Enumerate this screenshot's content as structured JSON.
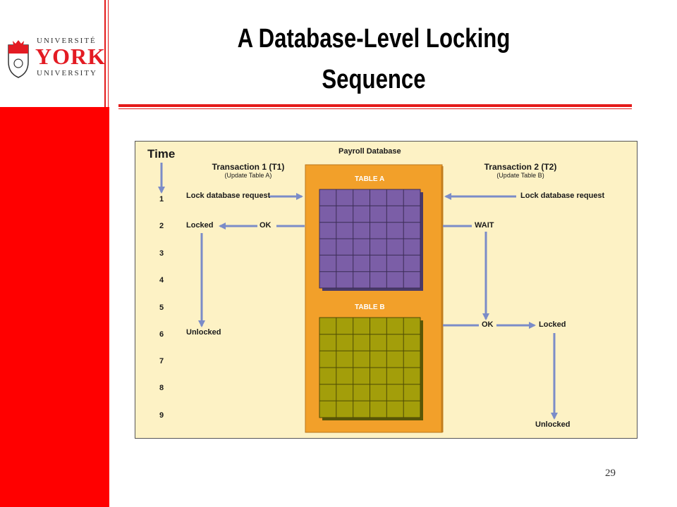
{
  "logo": {
    "line1": "UNIVERSITÉ",
    "line2": "YORK",
    "line3": "UNIVERSITY"
  },
  "slide": {
    "title_line1": "A Database-Level Locking",
    "title_line2": "Sequence",
    "page_number": "29"
  },
  "diagram": {
    "time_label": "Time",
    "db_label": "Payroll Database",
    "table_a": "TABLE A",
    "table_b": "TABLE B",
    "t1_title": "Transaction 1 (T1)",
    "t1_sub": "(Update Table A)",
    "t2_title": "Transaction 2 (T2)",
    "t2_sub": "(Update Table B)",
    "times": [
      "1",
      "2",
      "3",
      "4",
      "5",
      "6",
      "7",
      "8",
      "9"
    ],
    "t1_request": "Lock database request",
    "t1_locked": "Locked",
    "t1_ok": "OK",
    "t1_unlocked": "Unlocked",
    "t2_request": "Lock database request",
    "t2_wait": "WAIT",
    "t2_ok": "OK",
    "t2_locked": "Locked",
    "t2_unlocked": "Unlocked",
    "colors": {
      "background": "#fdf2c5",
      "database": "#f2a02a",
      "table_a": "#7b5ea7",
      "table_b": "#a39e0a",
      "arrow": "#7b8cc8"
    }
  }
}
